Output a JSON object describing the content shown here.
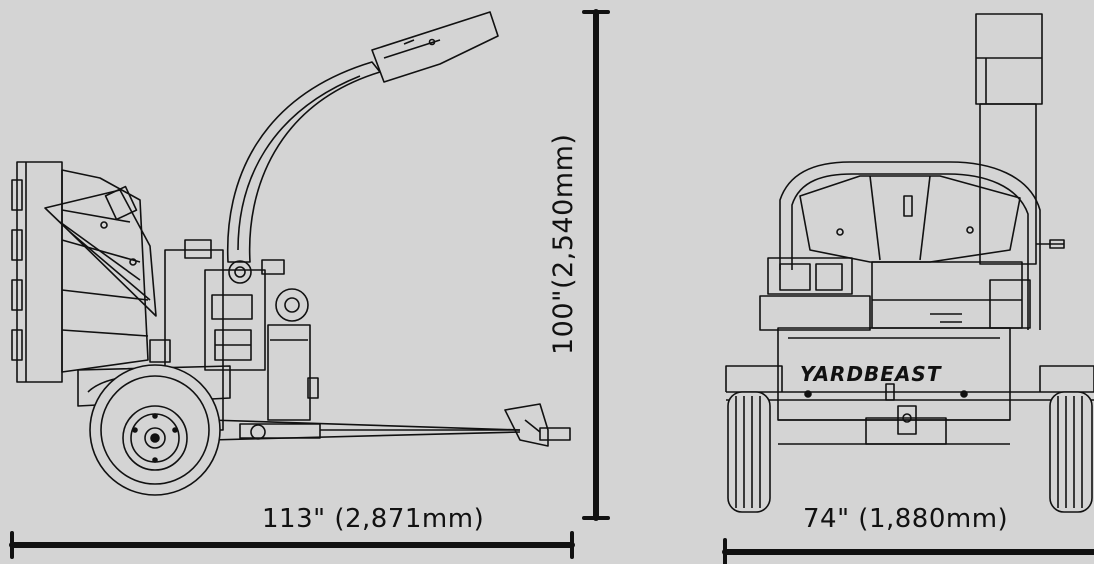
{
  "dimensions": {
    "side_length": "113\" (2,871mm)",
    "height": "100\"(2,540mm)",
    "front_width": "74\" (1,880mm)"
  },
  "front_view": {
    "brand_decal": "YARDBEAST"
  },
  "colors": {
    "background": "#d4d4d4",
    "line": "#111111",
    "fill": "#d4d4d4"
  }
}
